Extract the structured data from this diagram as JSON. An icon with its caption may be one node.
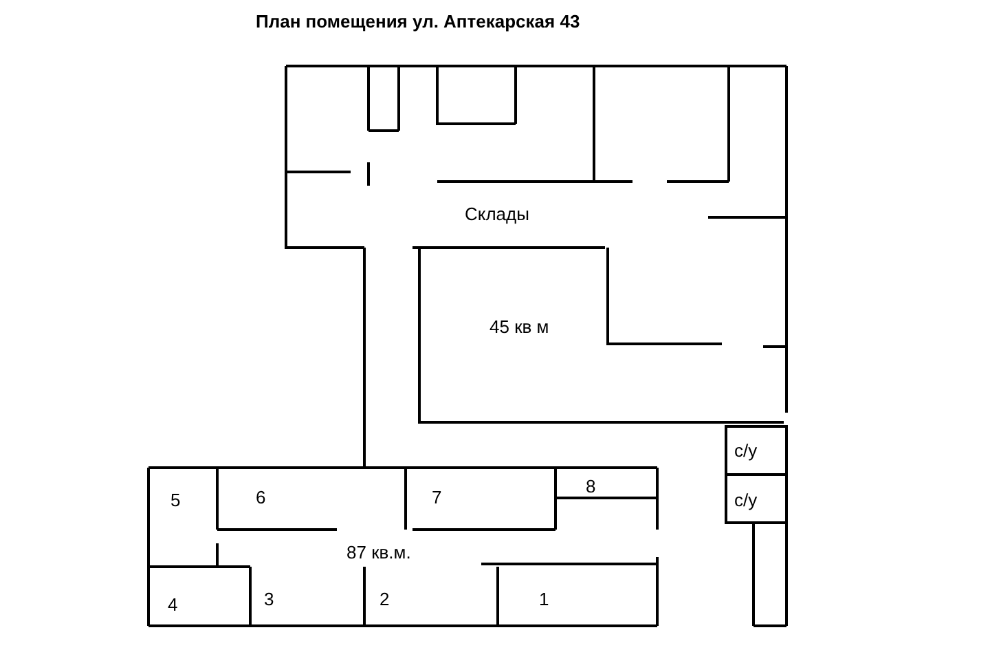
{
  "diagram": {
    "title": "План помещения ул. Аптекарская 43",
    "labels": [
      "Склады",
      "45 кв м",
      "с/у",
      "5",
      "6",
      "7",
      "8",
      "с/у",
      "87 кв.м.",
      "4",
      "3",
      "2",
      "1"
    ]
  }
}
